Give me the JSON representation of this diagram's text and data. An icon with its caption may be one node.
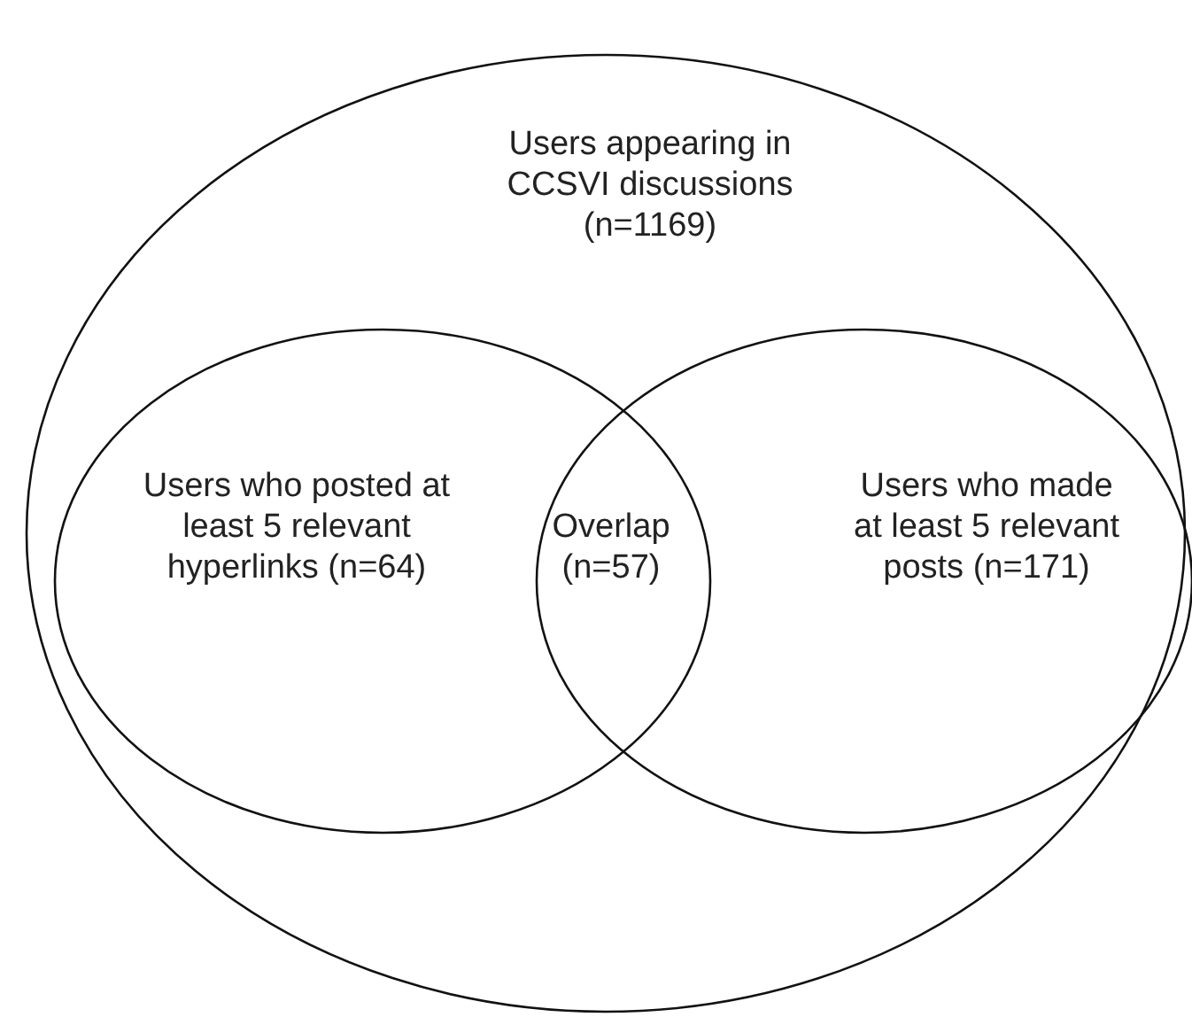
{
  "diagram": {
    "nodes": [
      {
        "text": [
          "Users appearing in CCSVI discussions (n=1169)"
        ]
      },
      {
        "text": [
          "Users who posted at least 5 relevant hyperlinks (n=64)"
        ],
        "in": 0
      },
      {
        "text": [
          "Users who made at least 5 relevant posts (n=171)"
        ],
        "in": 0
      }
    ],
    "edges": [],
    "labels": [
      "Overlap (n=57)"
    ]
  }
}
